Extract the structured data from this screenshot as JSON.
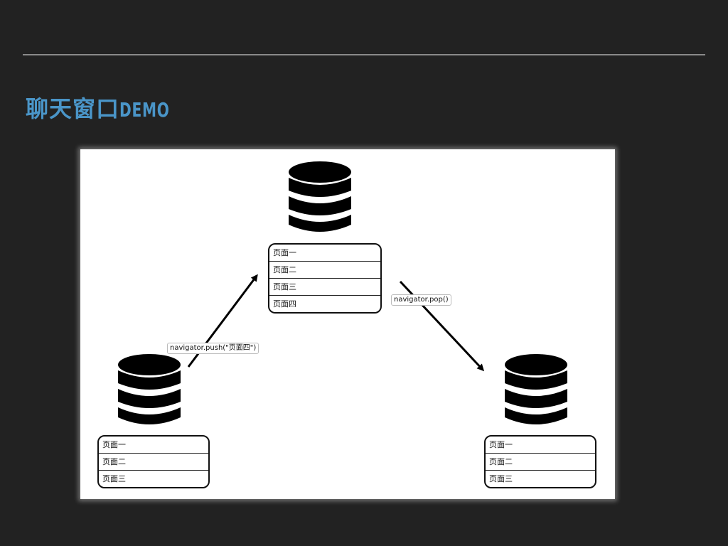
{
  "slide": {
    "title_cjk": "聊天窗口",
    "title_latin": "DEMO",
    "title_color": "#4a95c8",
    "background": "#222222"
  },
  "diagram": {
    "left_stack": {
      "icon": "database-icon",
      "pages": [
        "页面一",
        "页面二",
        "页面三"
      ]
    },
    "center_stack": {
      "icon": "database-icon",
      "pages": [
        "页面一",
        "页面二",
        "页面三",
        "页面四"
      ]
    },
    "right_stack": {
      "icon": "database-icon",
      "pages": [
        "页面一",
        "页面二",
        "页面三"
      ]
    },
    "push_label": "navigator.push(\"页面四\")",
    "pop_label": "navigator.pop()"
  }
}
